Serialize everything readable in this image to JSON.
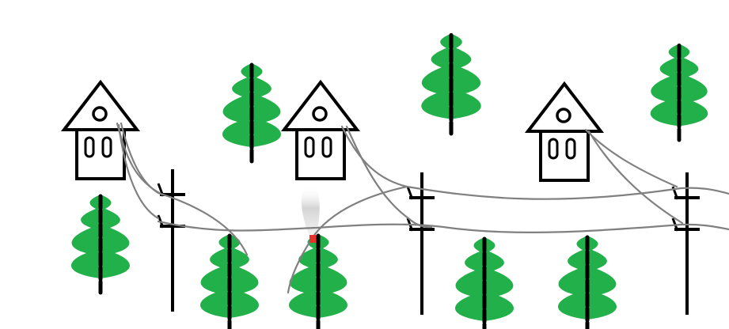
{
  "scene": {
    "background": "#ffffff",
    "colors": {
      "tree": "#22b04a",
      "outline": "#000000",
      "wire": "#808080",
      "spark": "#e8302c",
      "smoke": "#d0d0d0"
    },
    "houses": [
      {
        "name": "house-left"
      },
      {
        "name": "house-middle"
      },
      {
        "name": "house-right"
      }
    ],
    "trees": [
      {
        "name": "tree-top-center-left"
      },
      {
        "name": "tree-top-center"
      },
      {
        "name": "tree-top-right"
      },
      {
        "name": "tree-bottom-left"
      },
      {
        "name": "tree-bottom-2"
      },
      {
        "name": "tree-bottom-3-burning"
      },
      {
        "name": "tree-bottom-4"
      },
      {
        "name": "tree-bottom-5"
      }
    ],
    "poles": [
      {
        "name": "utility-pole-left"
      },
      {
        "name": "utility-pole-middle"
      },
      {
        "name": "utility-pole-right"
      }
    ],
    "fire": {
      "icon": "spark-icon",
      "state": "wire touching tree, smoking"
    }
  }
}
